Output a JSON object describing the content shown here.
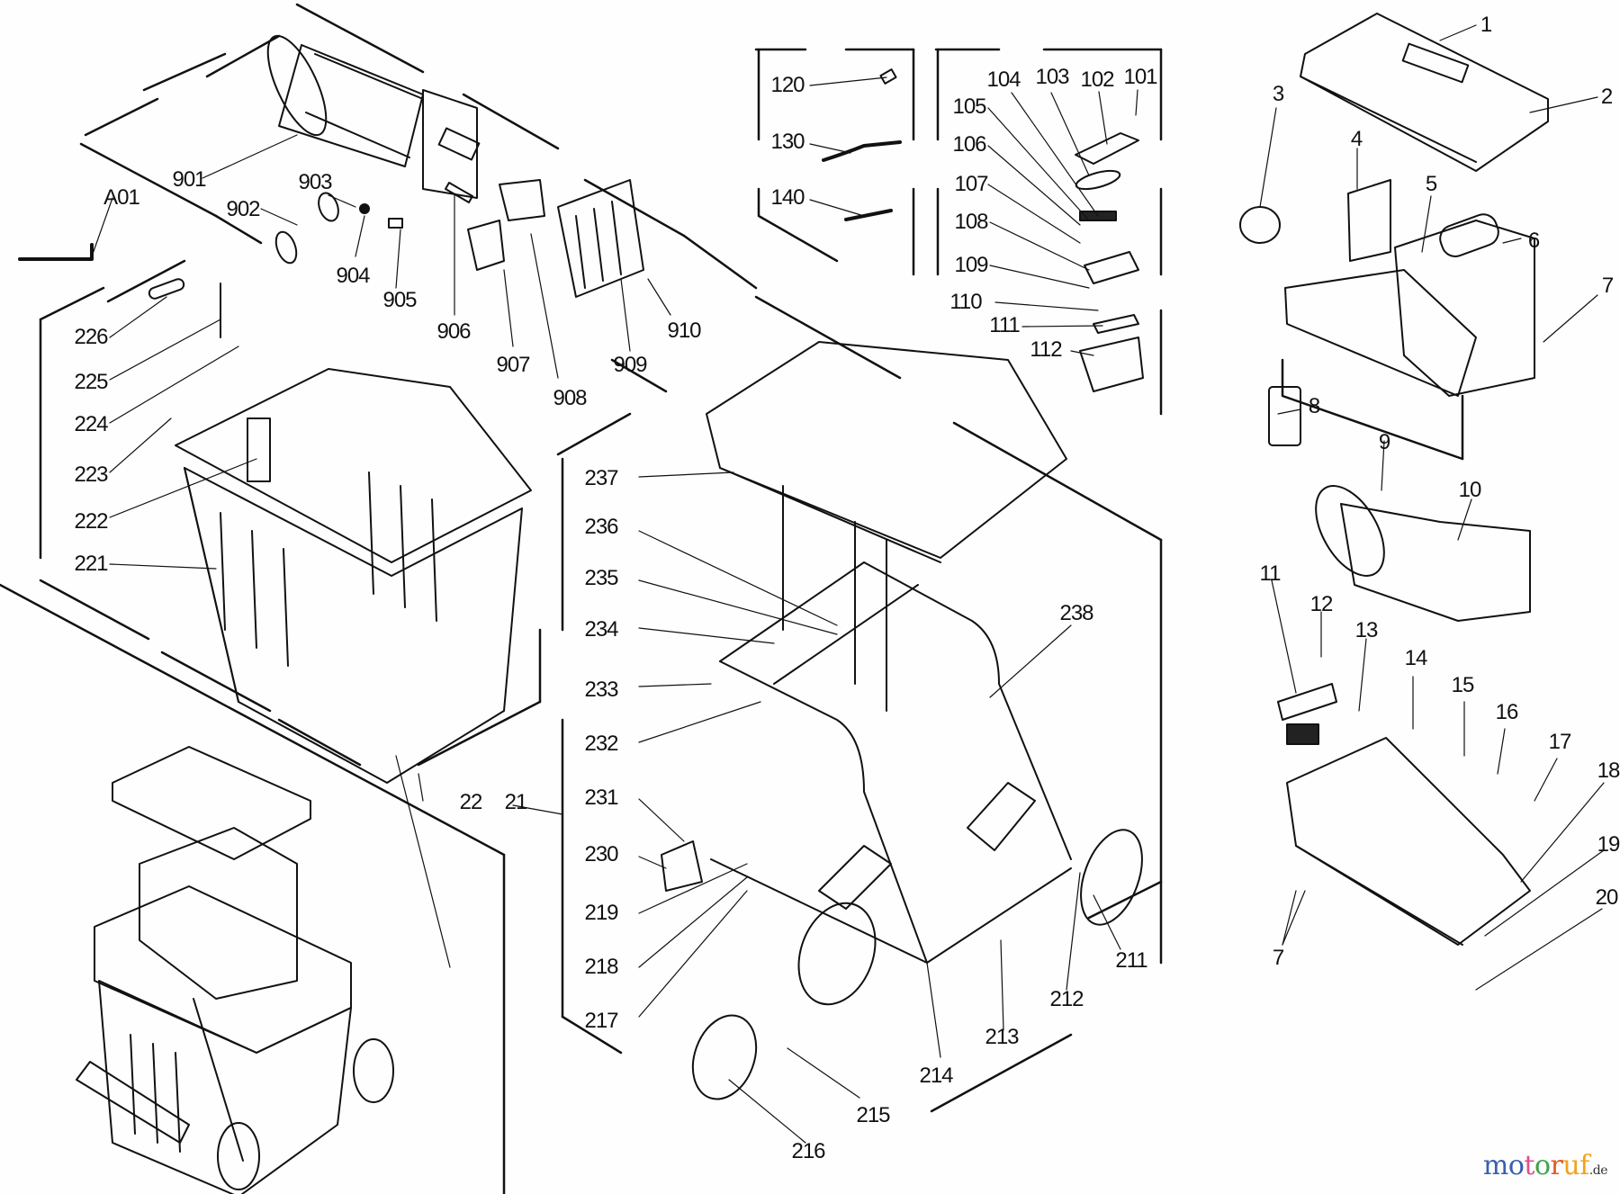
{
  "diagram": {
    "title": "Garden shredder exploded parts diagram",
    "part_labels": [
      "1",
      "2",
      "3",
      "4",
      "5",
      "6",
      "7",
      "8",
      "9",
      "10",
      "11",
      "12",
      "13",
      "14",
      "15",
      "16",
      "17",
      "18",
      "19",
      "20",
      "21",
      "22",
      "A01",
      "101",
      "102",
      "103",
      "104",
      "105",
      "106",
      "107",
      "108",
      "109",
      "110",
      "111",
      "112",
      "120",
      "130",
      "140",
      "211",
      "212",
      "213",
      "214",
      "215",
      "216",
      "217",
      "218",
      "219",
      "230",
      "231",
      "232",
      "233",
      "234",
      "235",
      "236",
      "237",
      "238",
      "221",
      "222",
      "223",
      "224",
      "225",
      "226",
      "901",
      "902",
      "903",
      "904",
      "905",
      "906",
      "907",
      "908",
      "909",
      "910"
    ],
    "groups": {
      "motor": [
        "901",
        "902",
        "903",
        "904",
        "905",
        "906",
        "907",
        "908",
        "909",
        "910"
      ],
      "tool": [
        "A01"
      ],
      "cables": [
        "120",
        "130",
        "140"
      ],
      "switch": [
        "101",
        "102",
        "103",
        "104",
        "105",
        "106",
        "107",
        "108",
        "109",
        "110",
        "111",
        "112"
      ],
      "housing": [
        "1",
        "2",
        "3",
        "4",
        "5",
        "6",
        "7",
        "8",
        "9",
        "10",
        "11",
        "12",
        "13",
        "14",
        "15",
        "16",
        "17",
        "18",
        "19",
        "20"
      ],
      "bin": [
        "221",
        "222",
        "223",
        "224",
        "225",
        "226",
        "22"
      ],
      "frame": [
        "211",
        "212",
        "213",
        "214",
        "215",
        "216",
        "217",
        "218",
        "219",
        "230",
        "231",
        "232",
        "233",
        "234",
        "235",
        "236",
        "237",
        "238",
        "21"
      ]
    }
  },
  "watermark": {
    "letters": [
      {
        "ch": "m",
        "color": "#3a5fb0"
      },
      {
        "ch": "o",
        "color": "#3a5fb0"
      },
      {
        "ch": "t",
        "color": "#e0508a"
      },
      {
        "ch": "o",
        "color": "#3fa34d"
      },
      {
        "ch": "r",
        "color": "#e05a2a"
      },
      {
        "ch": "u",
        "color": "#f2a21a"
      },
      {
        "ch": "f",
        "color": "#f2a21a"
      }
    ],
    "suffix": ".de"
  }
}
